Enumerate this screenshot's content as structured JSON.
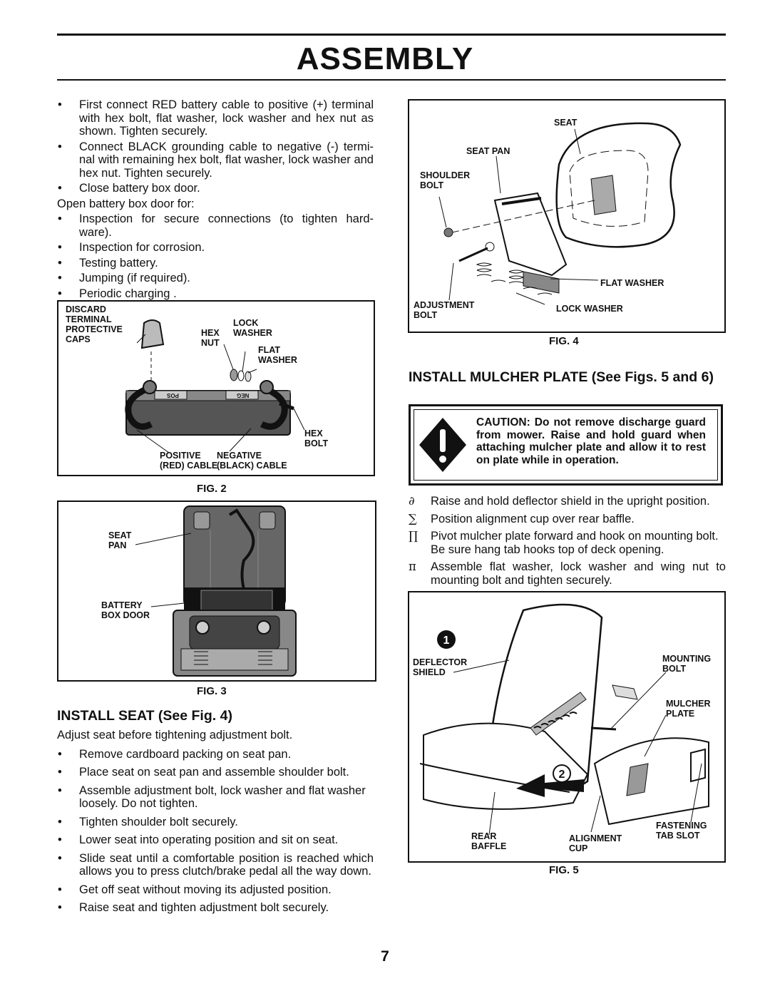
{
  "page": {
    "title": "ASSEMBLY",
    "page_number": "7"
  },
  "battery": {
    "bullets_a": [
      "First connect RED battery cable to positive (+) terminal with hex bolt, flat washer, lock washer and hex nut as shown.  Tighten securely.",
      "Connect BLACK grounding cable to negative (-) termi- nal with remaining hex bolt, flat washer, lock washer and hex nut.  Tighten securely.",
      "Close battery box door."
    ],
    "open_door_text": "Open battery box door for:",
    "bullets_b": [
      "Inspection for secure connections (to tighten hard- ware).",
      "Inspection for corrosion.",
      "Testing battery.",
      "Jumping (if required).",
      "Periodic charging ."
    ]
  },
  "fig2": {
    "caption": "FIG. 2",
    "labels": {
      "discard": "DISCARD\nTERMINAL\nPROTECTIVE\nCAPS",
      "hex_nut": "HEX\nNUT",
      "lock_washer": "LOCK\nWASHER",
      "flat_washer": "FLAT\nWASHER",
      "hex_bolt": "HEX\nBOLT",
      "positive": "POSITIVE\n(RED) CABLE",
      "negative": "NEGATIVE\n(BLACK) CABLE",
      "pos_mark": "POS",
      "neg_mark": "NEG"
    }
  },
  "fig3": {
    "caption": "FIG. 3",
    "labels": {
      "seat_pan": "SEAT\nPAN",
      "battery_box_door": "BATTERY\nBOX DOOR"
    }
  },
  "install_seat": {
    "heading": "INSTALL SEAT (See Fig. 4)",
    "intro": "Adjust seat before tightening adjustment bolt.",
    "bullets": [
      "Remove cardboard packing on seat pan.",
      "Place seat on seat pan and assemble shoulder bolt.",
      "Assemble adjustment bolt, lock washer and flat washer loosely.  Do not tighten.",
      "Tighten shoulder bolt securely.",
      "Lower seat into operating position and sit on seat.",
      "Slide seat until a comfortable position is reached which allows you to press clutch/brake pedal all the way down.",
      "Get off seat without moving its adjusted position.",
      "Raise seat and tighten adjustment bolt securely."
    ]
  },
  "fig4": {
    "caption": "FIG. 4",
    "labels": {
      "seat": "SEAT",
      "seat_pan": "SEAT PAN",
      "shoulder_bolt": "SHOULDER\nBOLT",
      "flat_washer": "FLAT WASHER",
      "adjustment_bolt": "ADJUSTMENT\nBOLT",
      "lock_washer": "LOCK WASHER"
    }
  },
  "mulcher": {
    "heading": "INSTALL MULCHER PLATE (See Figs. 5 and 6)",
    "caution": "CAUTION:  Do not remove discharge guard from mower. Raise and hold guard when attaching mulcher plate and allow it to rest on plate while in operation.",
    "steps": [
      {
        "sym": "∂",
        "text": "Raise and hold deflector shield in the upright position."
      },
      {
        "sym": "∑",
        "text": "Position alignment cup over rear baffle."
      },
      {
        "sym": "∏",
        "text": "Pivot mulcher plate forward and hook on mounting bolt. Be sure hang tab hooks top of deck opening."
      },
      {
        "sym": "π",
        "text": "Assemble flat washer, lock washer and wing nut to mounting bolt and tighten securely."
      }
    ]
  },
  "fig5": {
    "caption": "FIG. 5",
    "labels": {
      "step1": "1",
      "step2": "2",
      "deflector_shield": "DEFLECTOR\nSHIELD",
      "mounting_bolt": "MOUNTING\nBOLT",
      "mulcher_plate": "MULCHER\nPLATE",
      "fastening_tab_slot": "FASTENING\nTAB SLOT",
      "rear_baffle": "REAR\nBAFFLE",
      "alignment_cup": "ALIGNMENT\nCUP"
    }
  }
}
